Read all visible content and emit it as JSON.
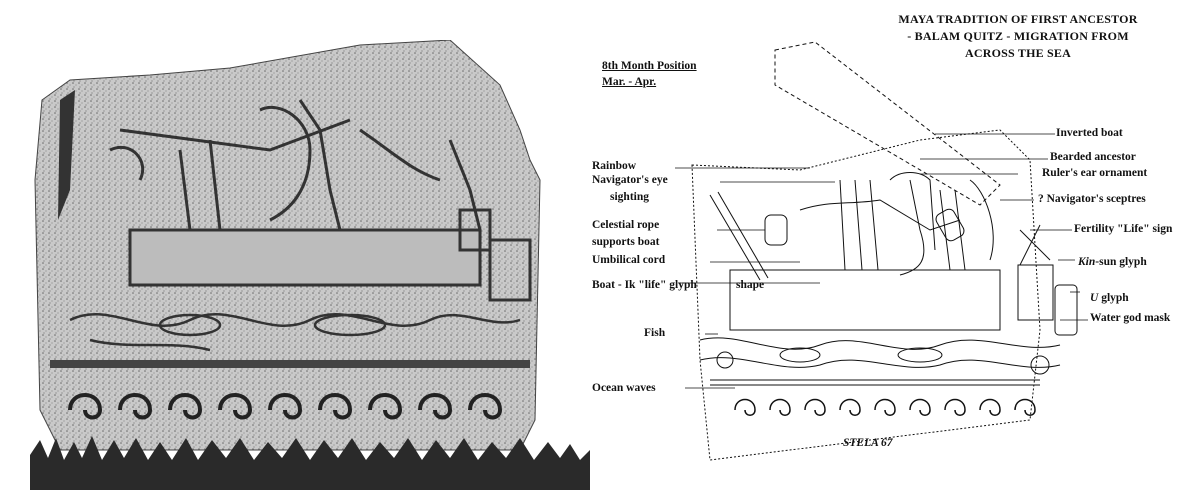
{
  "title": [
    "MAYA TRADITION OF FIRST ANCESTOR",
    "- BALAM QUITZ - MIGRATION FROM",
    "ACROSS THE SEA"
  ],
  "month": {
    "line1": "8th Month Position",
    "line2": "Mar. - Apr."
  },
  "labels_left": {
    "rainbow": "Rainbow",
    "navigator_eye_1": "Navigator's eye",
    "navigator_eye_2": "sighting",
    "celestial_1": "Celestial rope",
    "celestial_2": "supports boat",
    "umbilical": "Umbilical cord",
    "boat_ik": "Boat - Ik  \"life\"  glyph",
    "shape": "shape",
    "fish": "Fish",
    "ocean_waves": "Ocean waves"
  },
  "labels_right": {
    "inverted_boat": "Inverted boat",
    "bearded_ancestor": "Bearded ancestor",
    "ear_ornament": "Ruler's ear ornament",
    "sceptres": "? Navigator's sceptres",
    "fertility": "Fertility \"Life\" sign",
    "kin_prefix": "Kin",
    "kin_suffix": "-sun glyph",
    "u_prefix": "U",
    "u_suffix": " glyph",
    "water_god": "Water god mask"
  },
  "caption": "STELA 67",
  "colors": {
    "ink": "#111111",
    "stone_light": "#d8d8d8",
    "stone_dark": "#555555",
    "grass": "#2a2a2a"
  }
}
